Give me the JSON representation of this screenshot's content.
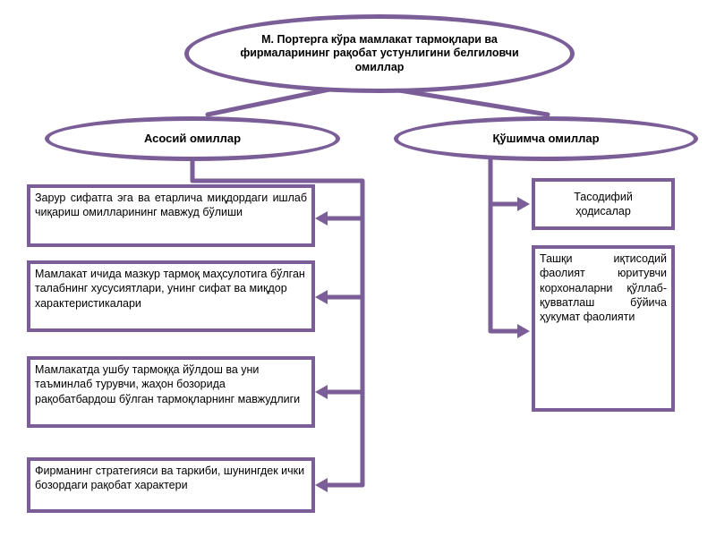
{
  "diagram": {
    "title": "М. Портерга кўра мамлакат тармоқлари ва фирмаларининг рақобат устунлигини белгиловчи омиллар",
    "main_factors_label": "Асосий омиллар",
    "additional_factors_label": "Қўшимча омиллар",
    "main_factors": [
      "Зарур сифатга эга ва етарлича миқдордаги ишлаб чиқариш омилларининг мавжуд бўлиши",
      "Мамлакат ичида мазкур тармоқ маҳсулотига бўлган талабнинг хусусиятлари, унинг сифат ва миқдор характеристикалари",
      "Мамлакатда ушбу тармоққа йўлдош ва уни таъминлаб турувчи, жаҳон бозорида рақобатбардош бўлган тармоқларнинг мавжудлиги",
      "Фирманинг стратегияси ва таркиби, шунингдек ички бозордаги рақобат характери"
    ],
    "additional_factors": [
      "Тасодифий ҳодисалар",
      "Ташқи иқтисодий фаолият юритувчи корхоналарни қўллаб-қувватлаш бўйича ҳукумат фаолияти"
    ],
    "colors": {
      "border": "#7b5e97",
      "background": "#ffffff",
      "text": "#000000"
    }
  }
}
